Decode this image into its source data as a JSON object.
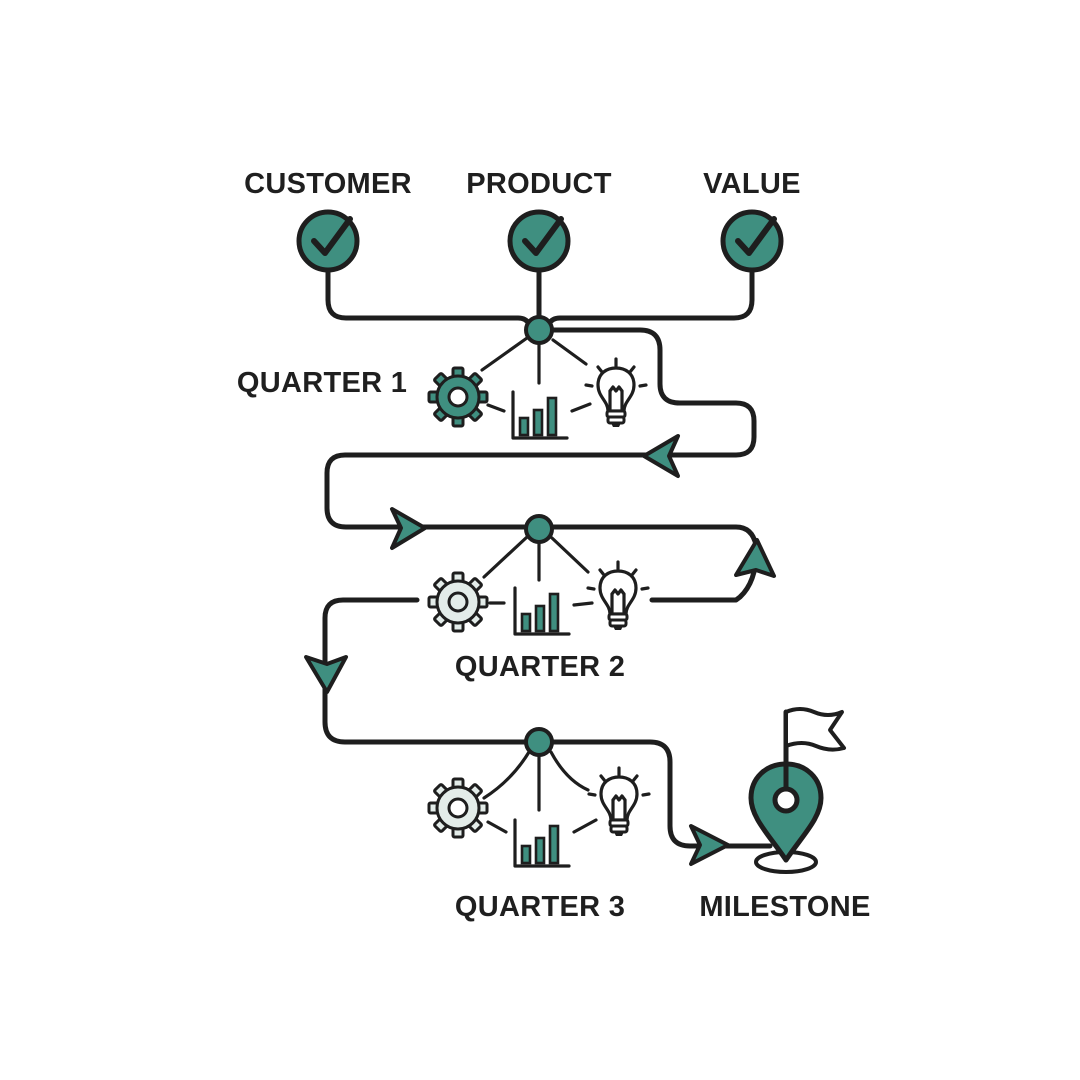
{
  "colors": {
    "accent": "#3f8f80",
    "accent_light": "#e3ece9",
    "ink": "#1e1e1e",
    "background": "#ffffff"
  },
  "pillars": [
    {
      "label": "CUSTOMER",
      "icon": "check-circle-icon"
    },
    {
      "label": "PRODUCT",
      "icon": "check-circle-icon"
    },
    {
      "label": "VALUE",
      "icon": "check-circle-icon"
    }
  ],
  "quarters": [
    {
      "label": "QUARTER 1",
      "icons": [
        "gear-icon",
        "bar-chart-icon",
        "lightbulb-icon"
      ]
    },
    {
      "label": "QUARTER 2",
      "icons": [
        "gear-icon",
        "bar-chart-icon",
        "lightbulb-icon"
      ]
    },
    {
      "label": "QUARTER 3",
      "icons": [
        "gear-icon",
        "bar-chart-icon",
        "lightbulb-icon"
      ]
    }
  ],
  "milestone": {
    "label": "MILESTONE",
    "icons": [
      "location-pin-icon",
      "flag-icon"
    ]
  },
  "arrows": [
    "arrow-left-icon",
    "arrow-right-icon",
    "arrow-up-icon",
    "arrow-down-icon",
    "arrow-right-icon"
  ]
}
